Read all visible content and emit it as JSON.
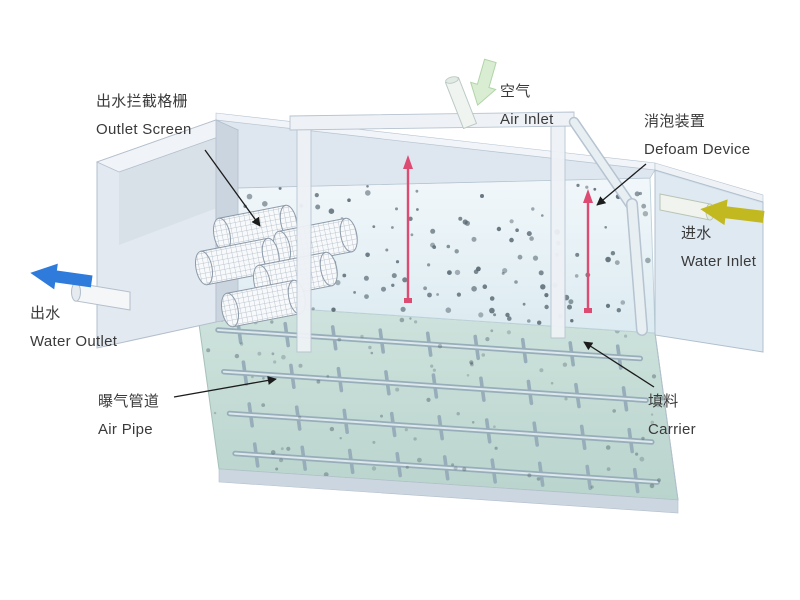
{
  "labels": {
    "outlet_screen": {
      "zh": "出水拦截格栅",
      "en": "Outlet Screen"
    },
    "air_inlet": {
      "zh": "空气",
      "en": "Air Inlet"
    },
    "defoam_device": {
      "zh": "消泡装置",
      "en": "Defoam Device"
    },
    "water_inlet": {
      "zh": "进水",
      "en": "Water Inlet"
    },
    "water_outlet": {
      "zh": "出水",
      "en": "Water Outlet"
    },
    "air_pipe": {
      "zh": "曝气管道",
      "en": "Air Pipe"
    },
    "carrier": {
      "zh": "填料",
      "en": "Carrier"
    }
  },
  "colors": {
    "water_outlet_arrow": "#2e7bdb",
    "water_inlet_arrow": "#c2b81f",
    "air_inlet_arrow": "#d9edd2",
    "defoam_device": "#dd4a72",
    "tank_wall": "#dee7ef",
    "water_surface": "#eaf3f7",
    "tank_floor": "#c6ded8",
    "carrier_dot": "#55656f",
    "label_text": "#3a3a3a"
  }
}
